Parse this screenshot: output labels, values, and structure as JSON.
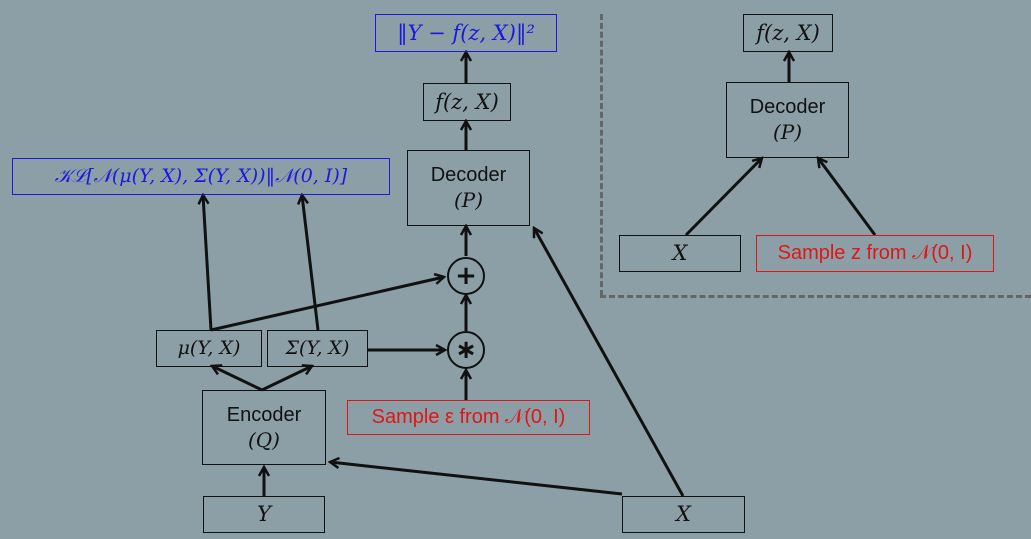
{
  "left": {
    "loss_recon": "‖Y − f(z, X)‖²",
    "loss_kl": "𝒦ℒ[𝒩(μ(Y, X), Σ(Y, X))‖𝒩(0, I)]",
    "decoder_output": "f(z, X)",
    "decoder": {
      "title": "Decoder",
      "param": "(P)"
    },
    "plus_op": "+",
    "mult_op": "∗",
    "mu": "μ(Y, X)",
    "sigma": "Σ(Y, X)",
    "encoder": {
      "title": "Encoder",
      "param": "(Q)"
    },
    "sample_epsilon": "Sample ε from 𝒩(0, I)",
    "input_y": "Y",
    "input_x": "X"
  },
  "right": {
    "decoder_output": "f(z, X)",
    "decoder": {
      "title": "Decoder",
      "param": "(P)"
    },
    "input_x": "X",
    "sample_z": "Sample z from 𝒩(0, I)"
  },
  "colors": {
    "background": "#8c9fa7",
    "loss": "#1a1adf",
    "sample": "#e01616",
    "line": "#111111"
  }
}
